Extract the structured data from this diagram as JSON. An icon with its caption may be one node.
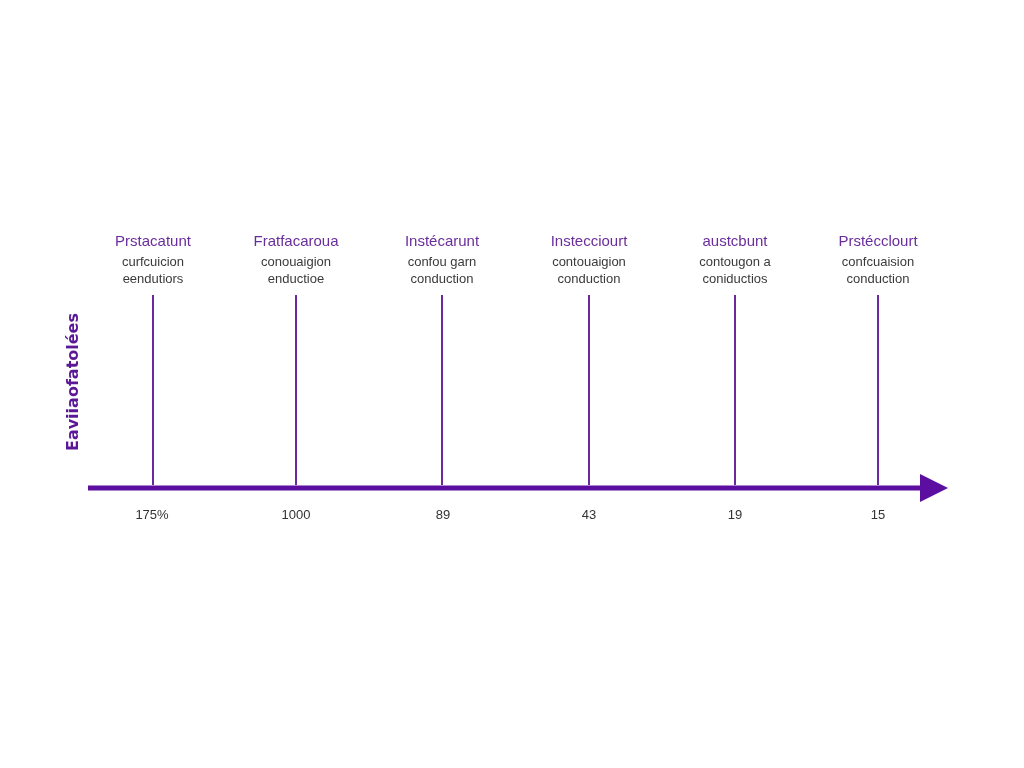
{
  "diagram": {
    "nodes": [
      {
        "text": [
          "Prstacatunt",
          "curfcuicion eendutiors"
        ]
      },
      {
        "text": [
          "Fratfacaroua",
          "conouaigion enductioe"
        ]
      },
      {
        "text": [
          "Instécarunt",
          "confou garn conduction"
        ]
      },
      {
        "text": [
          "Instecciourt",
          "contouaigion conduction"
        ]
      },
      {
        "text": [
          "austcbunt",
          "contougon a coniductios"
        ]
      },
      {
        "text": [
          "Prstécclourt",
          "confcuaision conduction"
        ]
      }
    ],
    "edges": [
      {
        "from": 0,
        "to": null,
        "arrow": "none"
      },
      {
        "from": 1,
        "to": null,
        "arrow": "none"
      },
      {
        "from": 2,
        "to": null,
        "arrow": "none"
      },
      {
        "from": 3,
        "to": null,
        "arrow": "none"
      },
      {
        "from": 4,
        "to": null,
        "arrow": "none"
      },
      {
        "from": 5,
        "to": null,
        "arrow": "none"
      }
    ],
    "labels": [
      "Eaviiaofatolées",
      "175%",
      "1000",
      "89",
      "43",
      "19",
      "15"
    ]
  }
}
